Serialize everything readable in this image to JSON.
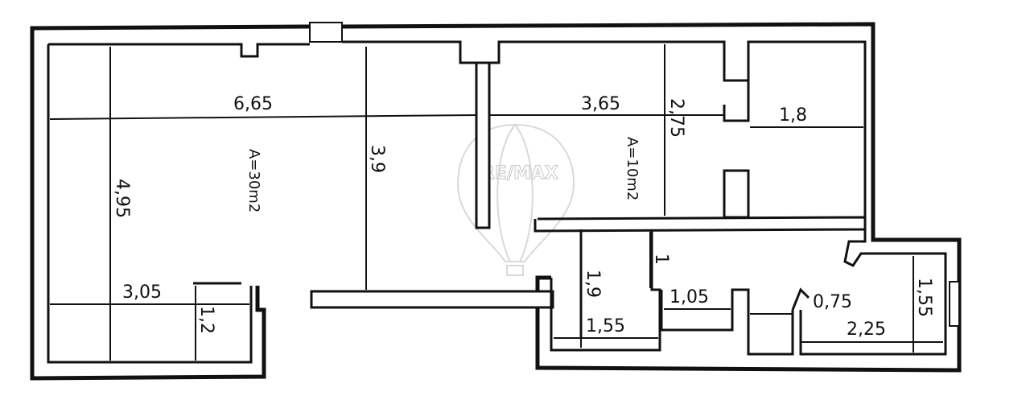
{
  "watermark": {
    "logo_text": "RE/MAX"
  },
  "areas": {
    "living": "A=30m2",
    "bedroom": "A=10m2"
  },
  "dimensions": {
    "d_6_65": "6,65",
    "d_3_65": "3,65",
    "d_2_75": "2,75",
    "d_1_8": "1,8",
    "d_4_95": "4,95",
    "d_3_9": "3,9",
    "d_3_05": "3,05",
    "d_1_2": "1,2",
    "d_1": "1",
    "d_1_9": "1,9",
    "d_1_55_left": "1,55",
    "d_1_05": "1,05",
    "d_0_75": "0,75",
    "d_2_25": "2,25",
    "d_1_55_right": "1,55"
  }
}
